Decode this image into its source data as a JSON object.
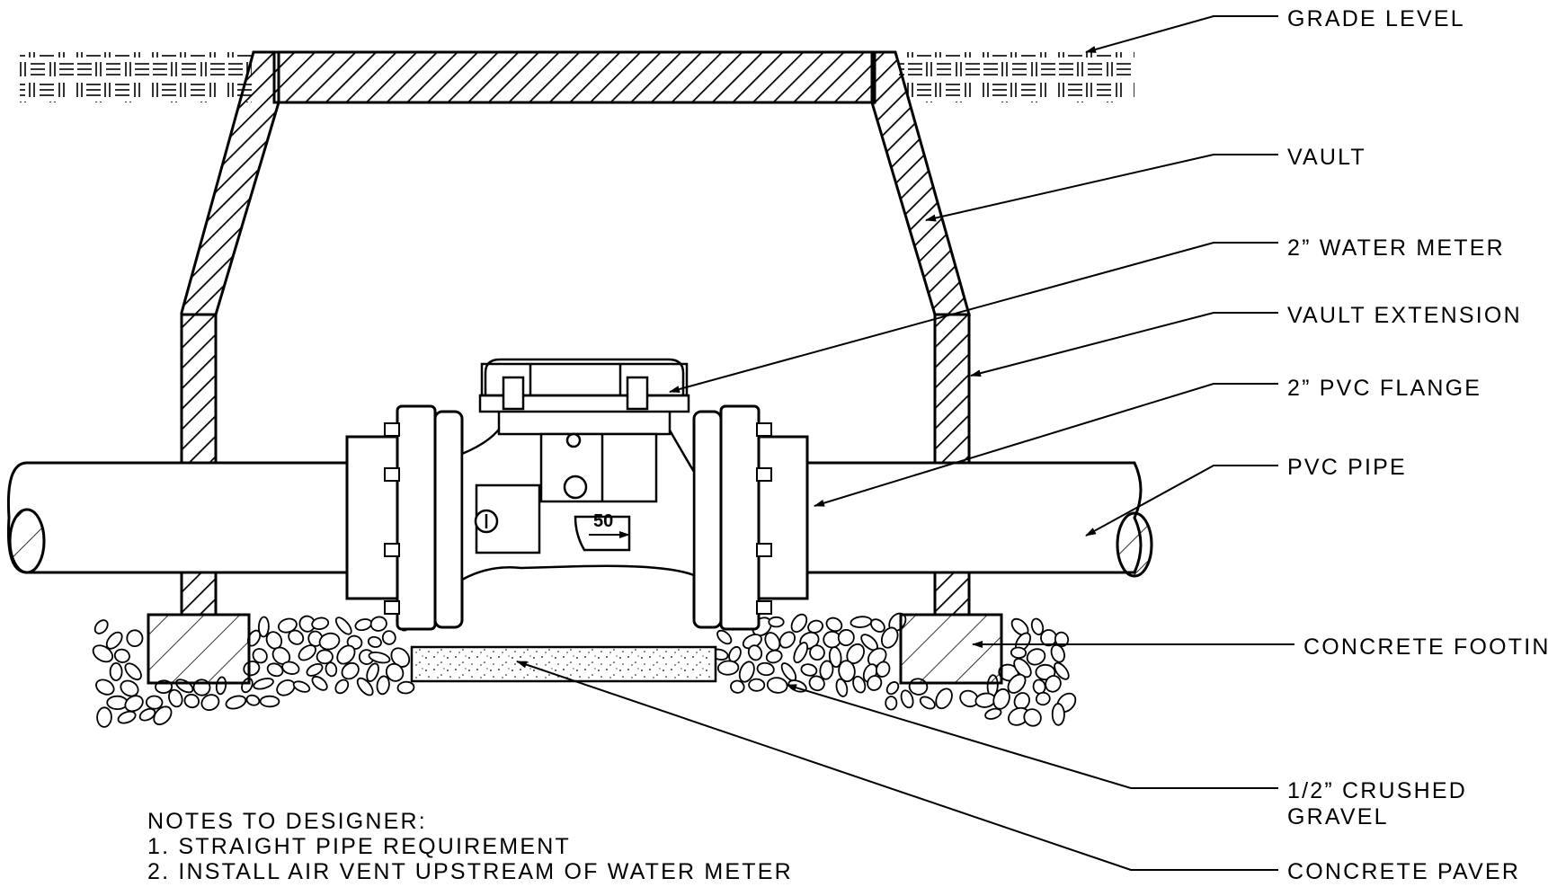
{
  "labels": {
    "grade_level": "GRADE LEVEL",
    "vault": "VAULT",
    "water_meter": "2” WATER METER",
    "vault_extension": "VAULT EXTENSION",
    "pvc_flange": "2” PVC FLANGE",
    "pvc_pipe": "PVC PIPE",
    "concrete_footing": "CONCRETE FOOTING",
    "crushed_gravel_line1": "1/2” CRUSHED",
    "crushed_gravel_line2": "GRAVEL",
    "concrete_paver": "CONCRETE PAVER"
  },
  "meter": {
    "size_marking": "50"
  },
  "notes": {
    "heading": "NOTES TO DESIGNER:",
    "items": [
      "1. STRAIGHT PIPE REQUIREMENT",
      "2. INSTALL AIR VENT UPSTREAM OF WATER METER"
    ]
  },
  "colors": {
    "ink": "#000000",
    "background": "#ffffff"
  }
}
